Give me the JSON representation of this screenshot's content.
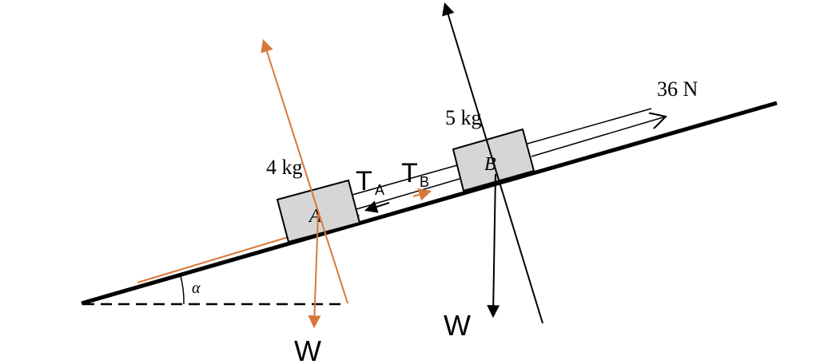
{
  "diagram": {
    "block_a": {
      "mass_label": "4 kg",
      "name": "A"
    },
    "block_b": {
      "mass_label": "5 kg",
      "name": "B"
    },
    "applied_force_label": "36 N",
    "angle_label": "α",
    "tension_a": {
      "base": "T",
      "sub": "A"
    },
    "tension_b": {
      "base": "T",
      "sub": "B"
    },
    "weight_a_label": "W",
    "weight_b_label": "W",
    "colors": {
      "annotation": "#d9773a",
      "ink": "#000000",
      "block_fill": "#d6d6d6"
    }
  }
}
